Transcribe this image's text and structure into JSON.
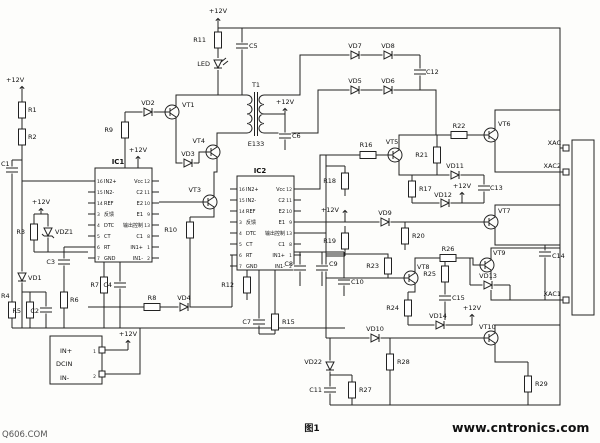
{
  "page": {
    "caption": "图1",
    "watermark_left": "Q606.COM",
    "watermark_right": "www.cntronics.com"
  },
  "colors": {
    "watermark_green": "#3cb04c",
    "wire": "#222222",
    "background": "#fdfdfb"
  },
  "nets": {
    "p12v": "+12V"
  },
  "ics": {
    "ic1_label": "IC1",
    "ic2_label": "IC2",
    "left_pins": [
      {
        "num": "16",
        "name": "IN2+"
      },
      {
        "num": "15",
        "name": "IN2-"
      },
      {
        "num": "14",
        "name": "REF"
      },
      {
        "num": "3",
        "name": "反馈"
      },
      {
        "num": "4",
        "name": "DTC"
      },
      {
        "num": "5",
        "name": "CT"
      },
      {
        "num": "6",
        "name": "RT"
      },
      {
        "num": "7",
        "name": "GND"
      }
    ],
    "right_pins": [
      {
        "num": "12",
        "name": "Vcc"
      },
      {
        "num": "11",
        "name": "C2"
      },
      {
        "num": "10",
        "name": "E2"
      },
      {
        "num": "9",
        "name": "E1"
      },
      {
        "num": "13",
        "name": "输出控制"
      },
      {
        "num": "8",
        "name": "C1"
      },
      {
        "num": "1",
        "name": "IN1+"
      },
      {
        "num": "2",
        "name": "IN1-"
      }
    ]
  },
  "transformer": {
    "label": "T1",
    "model": "E133"
  },
  "connector": {
    "label": "XAC",
    "terminal_top": "XAC2",
    "terminal_bottom": "XAC1"
  },
  "dc_input": {
    "label": "DCIN",
    "pin_pos": "IN+",
    "pin_neg": "IN-",
    "pin1": "1",
    "pin2": "2"
  },
  "parts": {
    "r1": "R1",
    "r2": "R2",
    "r3": "R3",
    "r4": "R4",
    "r5": "R5",
    "r6": "R6",
    "r7": "R7",
    "r8": "R8",
    "r9": "R9",
    "r10": "R10",
    "r11": "R11",
    "r12": "R12",
    "r15": "R15",
    "r16": "R16",
    "r17": "R17",
    "r18": "R18",
    "r19": "R19",
    "r20": "R20",
    "r21": "R21",
    "r22": "R22",
    "r23": "R23",
    "r24": "R24",
    "r25": "R25",
    "r26": "R26",
    "r27": "R27",
    "r28": "R28",
    "r29": "R29",
    "c1": "C1",
    "c2": "C2",
    "c3": "C3",
    "c4": "C4",
    "c5": "C5",
    "c6": "C6",
    "c7": "C7",
    "c8": "C8",
    "c9": "C9",
    "c10": "C10",
    "c11": "C11",
    "c12": "C12",
    "c13": "C13",
    "c14": "C14",
    "c15": "C15",
    "vd1": "VD1",
    "vd2": "VD2",
    "vd3": "VD3",
    "vd4": "VD4",
    "vd5": "VD5",
    "vd6": "VD6",
    "vd7": "VD7",
    "vd8": "VD8",
    "vd9": "VD9",
    "vd10": "VD10",
    "vd11": "VD11",
    "vd12": "VD12",
    "vd13": "VD13",
    "vd14": "VD14",
    "vd22": "VD22",
    "vdz1": "VDZ1",
    "vt1": "VT1",
    "vt3": "VT3",
    "vt4": "VT4",
    "vt5": "VT5",
    "vt6": "VT6",
    "vt7": "VT7",
    "vt8": "VT8",
    "vt9": "VT9",
    "vt10": "VT10",
    "led": "LED"
  }
}
